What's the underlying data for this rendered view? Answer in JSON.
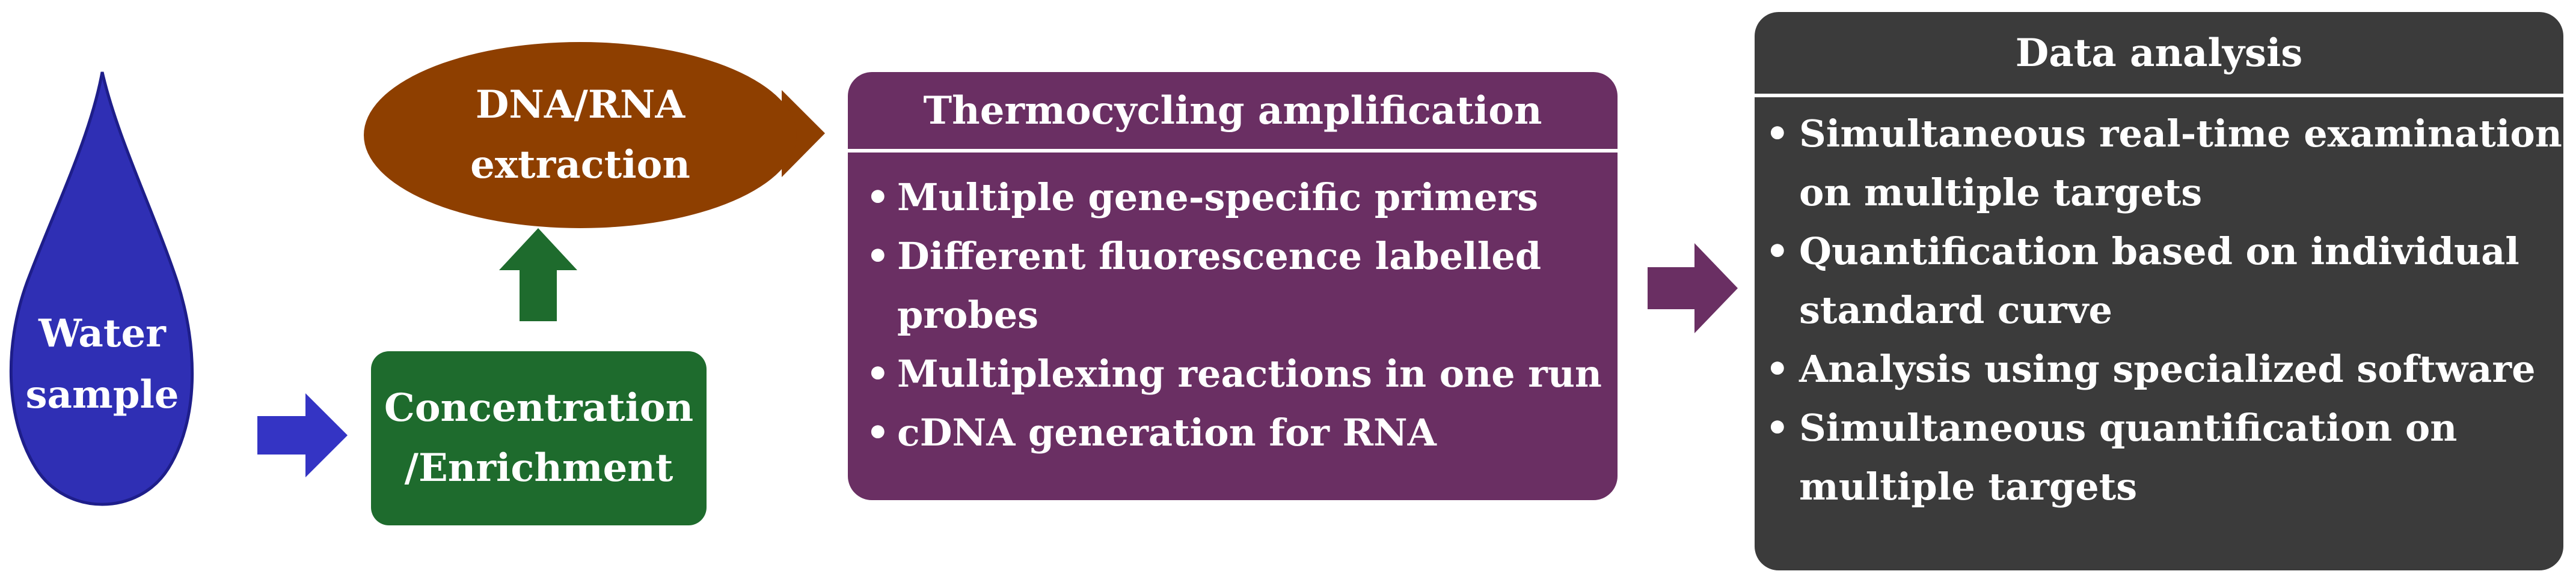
{
  "colors": {
    "water": "#2f2fb4",
    "blue_arrow": "#3434c4",
    "extraction": "#8e3f00",
    "green": "#1e6b2d",
    "purple": "#6a2f63",
    "dark": "#3b3b3b"
  },
  "water": {
    "line1": "Water",
    "line2": "sample"
  },
  "extraction": {
    "line1": "DNA/RNA",
    "line2": "extraction"
  },
  "concentration": {
    "line1": "Concentration",
    "line2": "/Enrichment"
  },
  "thermocycling": {
    "title": "Thermocycling amplification",
    "bullet": "•",
    "items": [
      {
        "text": "Multiple gene-specific primers"
      },
      {
        "text": "Different fluorescence labelled probes"
      },
      {
        "text": "Multiplexing reactions in one run"
      },
      {
        "text": "cDNA generation for RNA"
      }
    ]
  },
  "analysis": {
    "title": "Data analysis",
    "bullet": "•",
    "items": [
      {
        "text": "Simultaneous real-time examination on multiple targets"
      },
      {
        "text": "Quantification based on individual standard curve"
      },
      {
        "text": "Analysis using specialized software"
      },
      {
        "text": "Simultaneous quantification on multiple targets"
      }
    ]
  }
}
